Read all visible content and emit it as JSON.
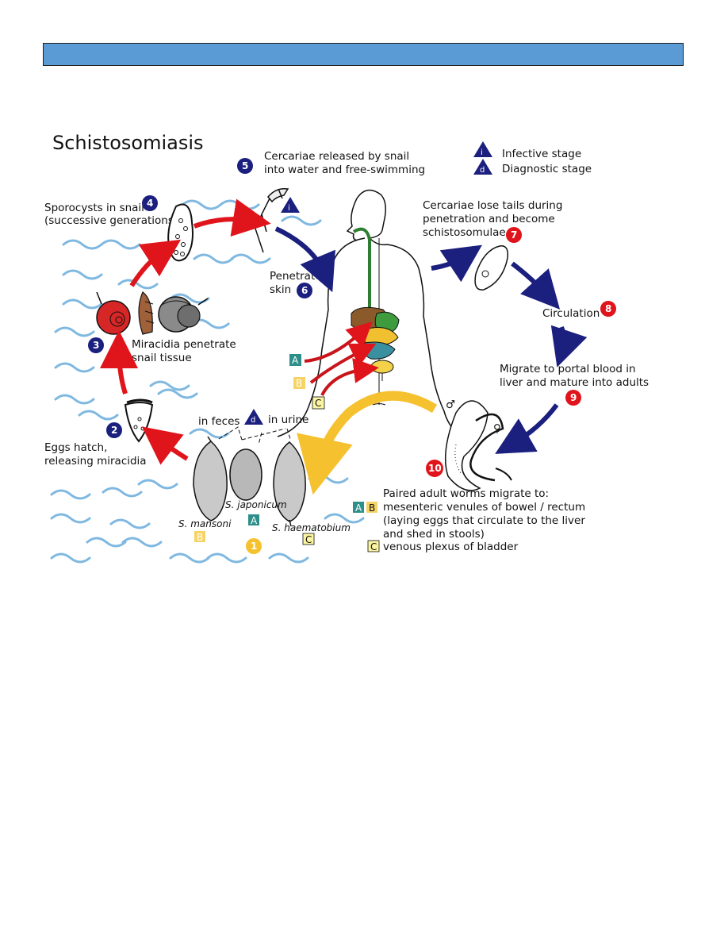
{
  "header": {
    "color": "#5b9bd5"
  },
  "title": "Schistosomiasis",
  "legend": {
    "infective_letter": "i",
    "infective_label": "Infective stage",
    "diagnostic_letter": "d",
    "diagnostic_label": "Diagnostic stage"
  },
  "steps": {
    "s1": "1",
    "s2": "2",
    "s2_line1": "Eggs hatch,",
    "s2_line2": "releasing miracidia",
    "s3": "3",
    "s3_line1": "Miracidia penetrate",
    "s3_line2": "snail tissue",
    "s4": "4",
    "s4_line1": "Sporocysts in snail",
    "s4_line2": "(successive generations)",
    "s5": "5",
    "s5_line1": "Cercariae released by snail",
    "s5_line2": "into water and free-swimming",
    "s6": "6",
    "s6_line1": "Penetrate",
    "s6_line2": "skin",
    "s7": "7",
    "s7_line1": "Cercariae lose tails during",
    "s7_line2": "penetration and become",
    "s7_line3": "schistosomulae",
    "s8": "8",
    "s8_line1": "Circulation",
    "s9": "9",
    "s9_line1": "Migrate to portal blood in",
    "s9_line2": "liver and mature into adults",
    "s10": "10"
  },
  "eggs": {
    "in_feces": "in feces",
    "in_urine": "in urine",
    "mansoni": "S. mansoni",
    "japonicum": "S. japonicum",
    "haematobium": "S. haematobium"
  },
  "letters": {
    "a": "A",
    "b": "B",
    "c": "C"
  },
  "adults": {
    "line1": "Paired adult worms migrate to:",
    "line2": "mesenteric venules of bowel / rectum",
    "line3": "(laying eggs that circulate to the liver",
    "line4": "and shed in stools)",
    "line5": "venous plexus of bladder",
    "male": "♂",
    "female": "♀"
  },
  "colors": {
    "navy": "#1b1f7e",
    "red": "#e0141b",
    "yellow_arrow": "#f5c12e",
    "teal": "#2e8f8a",
    "box_b": "#f6d365",
    "box_c": "#fbf4a0",
    "wave": "#7fb8e0"
  }
}
